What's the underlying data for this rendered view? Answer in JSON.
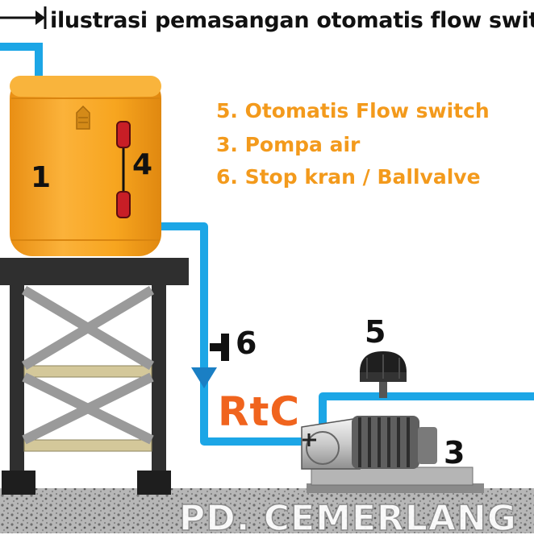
{
  "title": "ilustrasi pemasangan otomatis flow switc",
  "legend": {
    "item1": "5. Otomatis Flow switch",
    "item2": "3. Pompa air",
    "item3": "6. Stop kran / Ballvalve"
  },
  "labels": {
    "tank": "1",
    "sensor": "4",
    "valve": "6",
    "flow_switch": "5",
    "pump": "3"
  },
  "brand_logo": "RtC",
  "watermark": "PD. CEMERLANG",
  "colors": {
    "tank": "#f7a51f",
    "pipe": "#1ca6e6",
    "legend_text": "#f39a1c",
    "logo": "#f0641e",
    "stand": "#2f2f2f"
  }
}
